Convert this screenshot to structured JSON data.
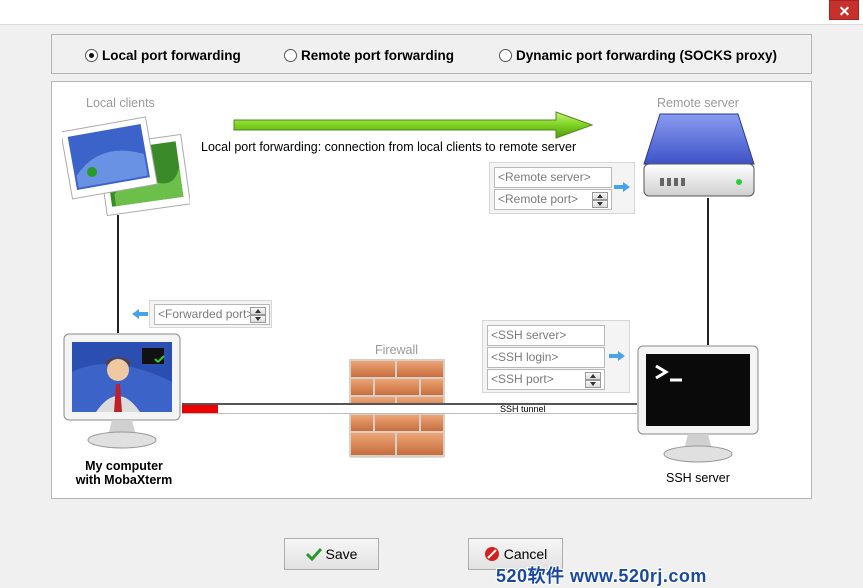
{
  "modes": {
    "local": "Local port forwarding",
    "remote": "Remote port forwarding",
    "dynamic": "Dynamic port forwarding (SOCKS proxy)",
    "selected": "local"
  },
  "diagram": {
    "local_clients": "Local clients",
    "remote_server": "Remote server",
    "description": "Local port forwarding: connection from local clients to remote server",
    "remote_server_placeholder": "<Remote server>",
    "remote_port_placeholder": "<Remote port>",
    "forwarded_port_placeholder": "<Forwarded port>",
    "firewall": "Firewall",
    "ssh_server_placeholder": "<SSH server>",
    "ssh_login_placeholder": "<SSH login>",
    "ssh_port_placeholder": "<SSH port>",
    "ssh_tunnel": "SSH tunnel",
    "my_computer_line1": "My computer",
    "my_computer_line2": "with MobaXterm",
    "ssh_server": "SSH server"
  },
  "buttons": {
    "save": "Save",
    "cancel": "Cancel"
  },
  "watermark": "520软件 www.520rj.com",
  "colors": {
    "arrow_green": "#7ed321",
    "tunnel_red": "#e00000",
    "watermark_blue": "#1a4aa0"
  }
}
